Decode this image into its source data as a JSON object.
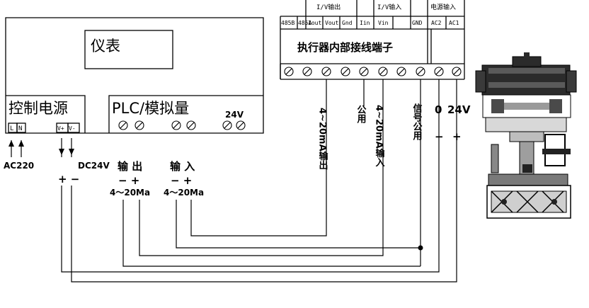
{
  "instrument": {
    "title": "仪表",
    "control_power_label": "控制电源",
    "control_power_terms": [
      "L",
      "N",
      "V+",
      "V-"
    ],
    "ac_label": "AC220",
    "dc_label": "DC24V",
    "dc_polarity": "+ −",
    "plc_label": "PLC/模拟量",
    "plc_24v": "24V",
    "out_label": "输 出",
    "in_label": "输 入",
    "out_polarity": "− +",
    "in_polarity": "− +",
    "out_range": "4～20Ma",
    "in_range": "4～20Ma"
  },
  "actuator": {
    "terminal_title": "执行器内部接线端子",
    "header_groups": [
      "I/V输出",
      "I/V输入",
      "电源输入"
    ],
    "terminal_labels": [
      "485B",
      "485A",
      "Iout",
      "Vout",
      "Gnd",
      "Iin",
      "Vin",
      "GND",
      "AC2",
      "AC1"
    ],
    "wire_labels": [
      "4~20mA输出",
      "公用",
      "4~20mA输入",
      "信号公用"
    ],
    "power_labels": [
      "0",
      "24V"
    ],
    "power_polarity": [
      "−",
      "+"
    ]
  }
}
